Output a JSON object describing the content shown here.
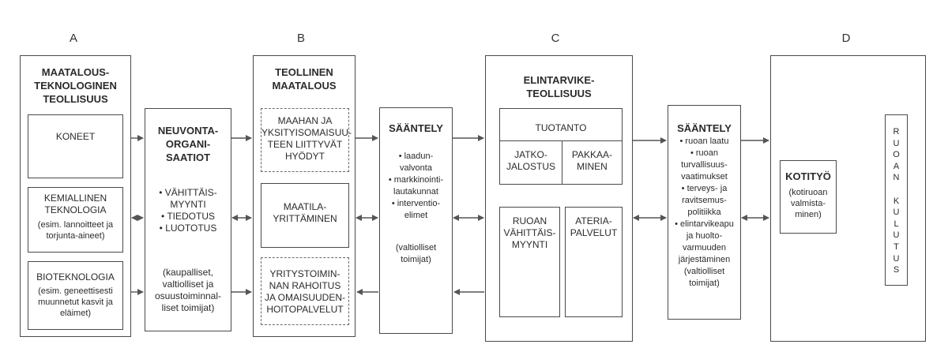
{
  "columns": [
    "A",
    "B",
    "C",
    "D"
  ],
  "col_a": {
    "title": "MAATALOUS-\nTEKNOLOGINEN\nTEOLLISUUS",
    "koneet": "KONEET",
    "kemiallinen": "KEMIALLINEN\nTEKNOLOGIA",
    "kemiallinen_note": "(esim. lannoitteet ja\ntorjunta-aineet)",
    "bio": "BIOTEKNOLOGIA",
    "bio_note": "(esim. geneettisesti\nmuunnetut kasvit ja\neläimet)"
  },
  "neuvonta": {
    "title": "NEUVONTA-\nORGANI-\nSAATIOT",
    "items": "• VÄHITTÄIS-\nMYYNTI\n• TIEDOTUS\n• LUOTOTUS",
    "note": "(kaupalliset,\nvaltiolliset ja\nosuustoiminnal-\nliset toimijat)"
  },
  "col_b": {
    "title": "TEOLLINEN\nMAATALOUS",
    "maahan": "MAAHAN JA\nYKSITYISOMAISUU-\nTEEN LIITTYVÄT\nHYÖDYT",
    "maatila": "MAATILA-\nYRITTÄMINEN",
    "yritys": "YRITYSTOIMIN-\nNAN RAHOITUS\nJA OMAISUUDEN-\nHOITOPALVELUT"
  },
  "saantely1": {
    "title": "SÄÄNTELY",
    "items": "• laadun-\nvalvonta\n• markkinointi-\nlautakunnat\n• interventio-\nelimet",
    "note": "(valtiolliset\ntoimijat)"
  },
  "col_c": {
    "title": "ELINTARVIKE-\nTEOLLISUUS",
    "tuotanto": "TUOTANTO",
    "jatko": "JATKO-\nJALOSTUS",
    "pakkaa": "PAKKAA-\nMINEN",
    "vahittais": "RUOAN\nVÄHITTÄIS-\nMYYNTI",
    "ateria": "ATERIA-\nPALVELUT"
  },
  "saantely2": {
    "title": "SÄÄNTELY",
    "items": "• ruoan laatu\n• ruoan\nturvallisuus-\nvaatimukset\n• terveys- ja\nravitsemus-\npolitiikka\n• elintarvikeapu\nja huolto-\nvarmuuden\njärjestäminen\n(valtiolliset\ntoimijat)"
  },
  "col_d": {
    "kotityo": "KOTITYÖ",
    "kotityo_note": "(kotiruoan\nvalmista-\nminen)",
    "kulutus": "R\nU\nO\nA\nN\n\nK\nU\nL\nU\nT\nU\nS"
  }
}
